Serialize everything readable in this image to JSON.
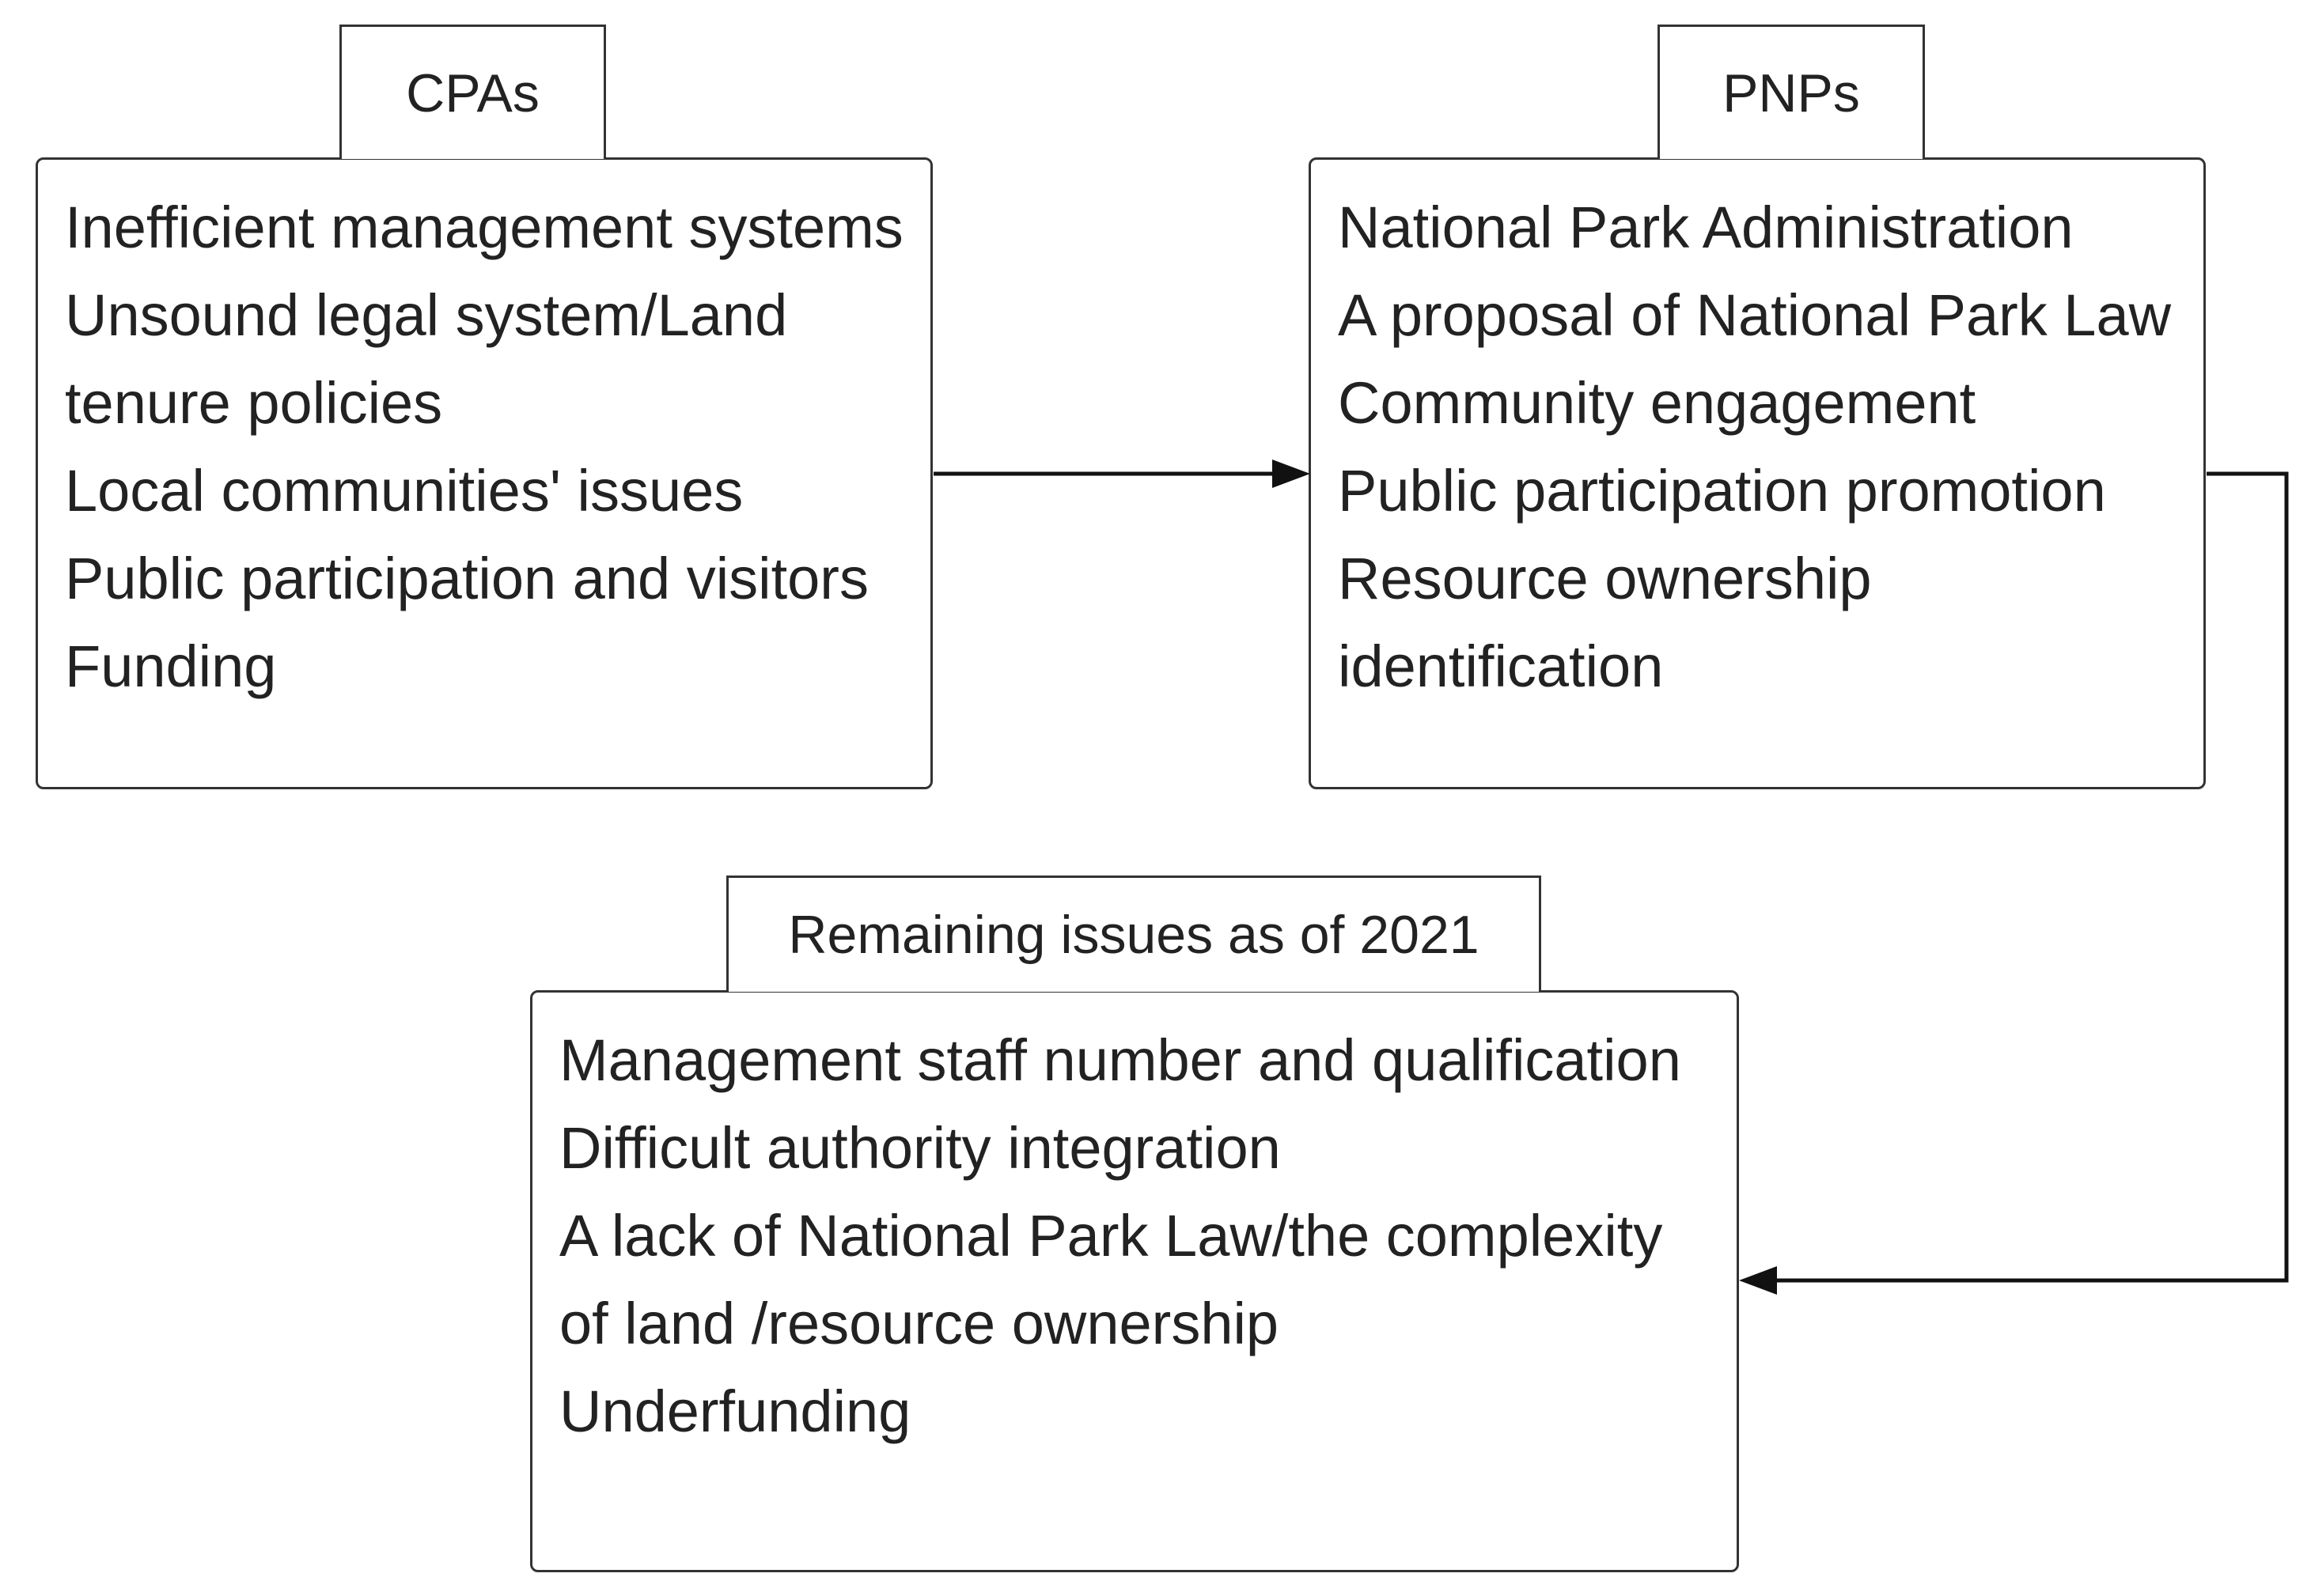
{
  "diagram": {
    "cpas": {
      "title": "CPAs",
      "items": [
        "Inefficient management systems",
        "Unsound legal system/Land",
        "tenure policies",
        "Local communities' issues",
        "Public participation and visitors",
        "Funding"
      ]
    },
    "pnps": {
      "title": "PNPs",
      "items": [
        "National Park Administration",
        "A proposal of National Park Law",
        "Community engagement",
        "Public participation promotion",
        "Resource ownership",
        "identification"
      ]
    },
    "remaining": {
      "title": "Remaining issues as of 2021",
      "items": [
        "Management staff number and qualification",
        "Difficult authority integration",
        "A lack of National Park Law/the complexity",
        "of land /resource ownership",
        "Underfunding"
      ]
    }
  }
}
